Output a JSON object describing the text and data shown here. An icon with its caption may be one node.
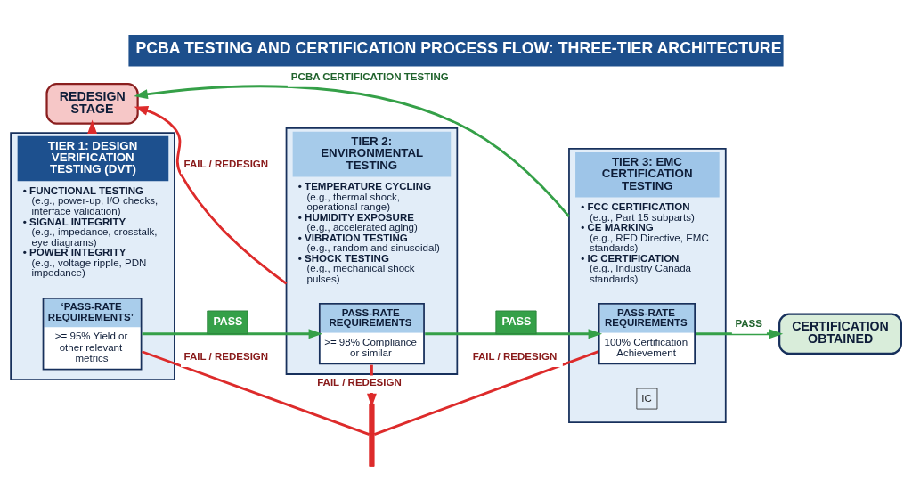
{
  "diagram": {
    "title": "PCBA TESTING AND CERTIFICATION PROCESS FLOW: THREE-TIER ARCHITECTURE",
    "nodes": [
      {
        "text": [
          "TIER 3: EMC CERTIFICATION TESTING",
          "• FCC CERTIFICATION",
          "(e.g., Part 15 subparts)",
          "• CE MARKING",
          "(e.g., RED Directive, EMC standards)",
          "• IC CERTIFICATION",
          "(e.g., Industry Canada standards)"
        ]
      },
      {
        "text": [
          "PASS-RATE REQUIREMENTS",
          "100% Certification Achievement"
        ],
        "in": 0
      },
      {
        "text": [
          "CERTIFICATION OBTAINED"
        ]
      },
      {
        "text": [
          "REDESIGN STAGE"
        ]
      },
      {
        "text": [
          "TIER 2: ENVIRONMENTAL TESTING",
          "• TEMPERATURE CYCLING",
          "(e.g., thermal shock, operational range)",
          "• HUMIDITY EXPOSURE",
          "(e.g., accelerated aging)",
          "• VIBRATION TESTING",
          "(e.g., random and sinusoidal)",
          "• SHOCK TESTING",
          "(e.g., mechanical shock pulses)"
        ]
      },
      {
        "text": [
          "PASS-RATE REQUIREMENTS",
          ">= 98% Compliance or similar"
        ],
        "in": 4
      },
      {
        "text": [
          "TIER 1: DESIGN VERIFICATION TESTING (DVT)",
          "• FUNCTIONAL TESTING",
          "(e.g., power-up, I/O checks, interface validation)",
          "• SIGNAL INTEGRITY",
          "(e.g., impedance, crosstalk, eye diagrams)",
          "• POWER INTEGRITY",
          "(e.g., voltage ripple, PDN impedance)"
        ]
      },
      {
        "text": [
          "‘PASS-RATE REQUIREMENTS’",
          ">= 95% Yield or other relevant metrics"
        ],
        "in": 6
      },
      {
        "text": [],
        "shape": "bar"
      }
    ],
    "edges": [
      {
        "from": 0,
        "to": 3,
        "arrow": "to",
        "label": "PCBA CERTIFICATION TESTING",
        "color": "#35a048"
      },
      {
        "from": 1,
        "to": 2,
        "arrow": "to",
        "label": "PASS",
        "color": "#35a048"
      },
      {
        "from": 1,
        "to": 8,
        "arrow": "none",
        "label": "FAIL / REDESIGN",
        "color": "#dd2b2b"
      },
      {
        "from": 4,
        "to": 3,
        "arrow": "to",
        "label": "FAIL / REDESIGN",
        "color": "#dd2b2b"
      },
      {
        "from": 5,
        "to": 1,
        "arrow": "to",
        "label": "PASS",
        "color": "#35a048"
      },
      {
        "from": 5,
        "to": 8,
        "arrow": "to",
        "label": "FAIL / REDESIGN",
        "color": "#dd2b2b"
      },
      {
        "from": 7,
        "to": 5,
        "arrow": "to",
        "label": "PASS",
        "color": "#35a048"
      },
      {
        "from": 7,
        "to": 8,
        "arrow": "none",
        "label": "FAIL / REDESIGN",
        "color": "#dd2b2b"
      },
      {
        "from": 6,
        "to": 3,
        "arrow": "to",
        "color": "#dd2b2b"
      }
    ],
    "labels": [
      "IC"
    ]
  }
}
